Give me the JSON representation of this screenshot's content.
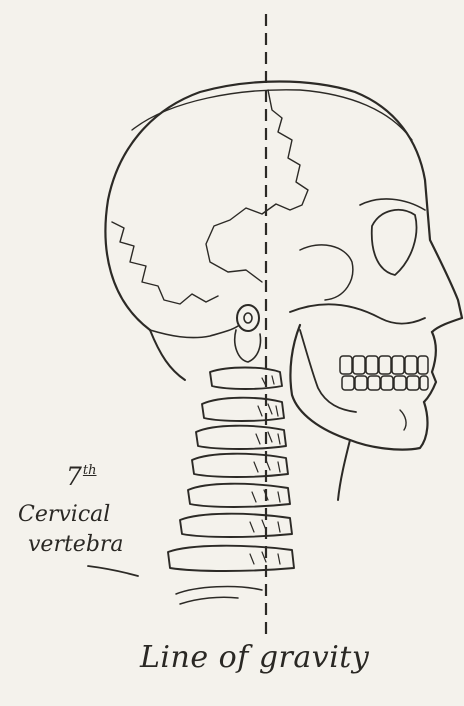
{
  "figure": {
    "vertebra_label": {
      "number": "7",
      "suffix": "th",
      "line1": "Cervical",
      "line2": "vertebra"
    },
    "gravity_label": "Line of gravity"
  },
  "colors": {
    "paper": "#f4f2ec",
    "ink": "#2c2a26"
  }
}
